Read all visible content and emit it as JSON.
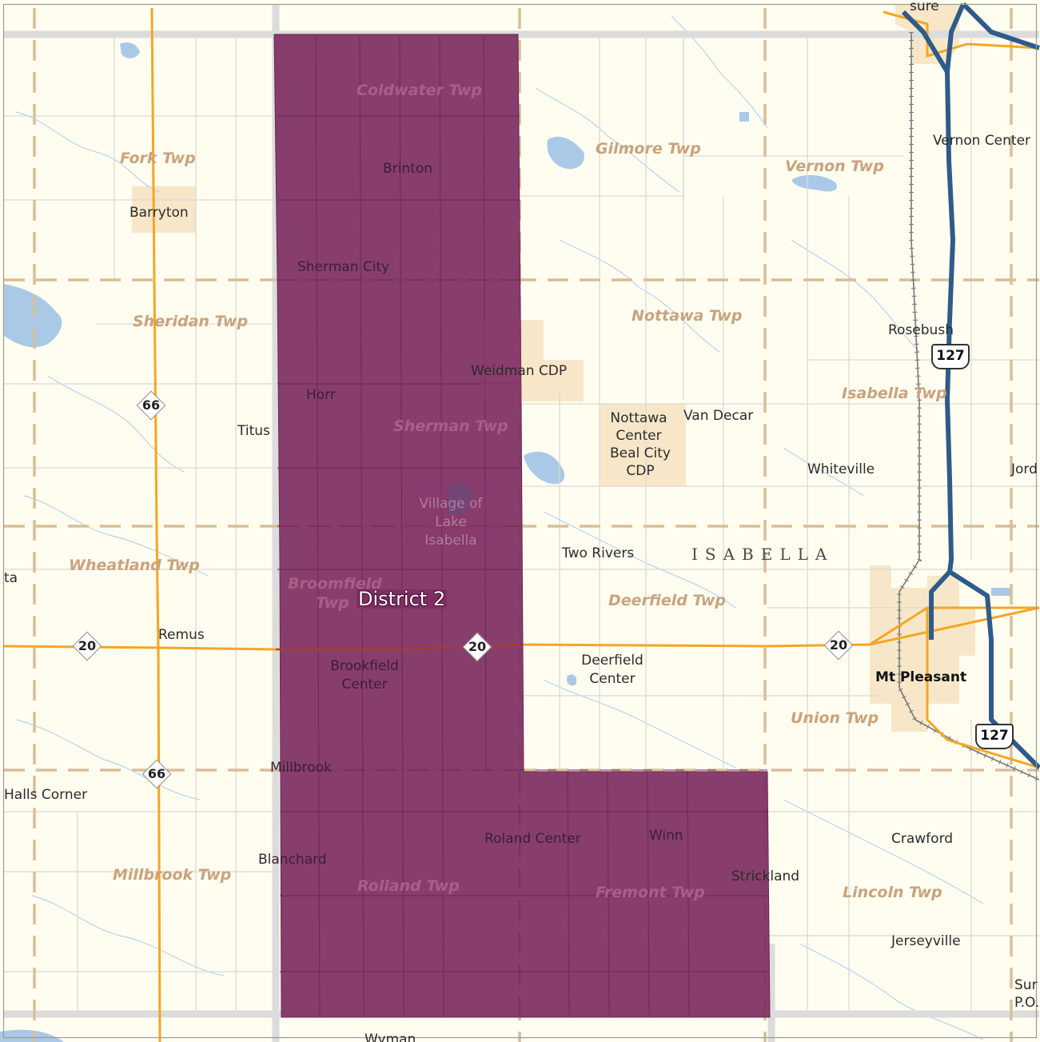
{
  "map": {
    "district_label": "District 2",
    "county_label": "ISABELLA",
    "colors": {
      "background": "#fefdf0",
      "district_fill": "#7f2f63",
      "state_road": "#f5a623",
      "us_highway": "#2f5b8a",
      "county_boundary": "#d8bf98",
      "grid_road": "#d9d9d9",
      "water": "#aac9e6",
      "urban_area": "#f7e7c8"
    },
    "township_labels": [
      "Coldwater Twp",
      "Gilmore Twp",
      "Vernon Twp",
      "Fork Twp",
      "Sheridan Twp",
      "Nottawa Twp",
      "Isabella Twp",
      "Sherman Twp",
      "Wheatland Twp",
      "Broomfield Twp",
      "Deerfield Twp",
      "Union Twp",
      "Millbrook Twp",
      "Rolland Twp",
      "Fremont Twp",
      "Lincoln Twp"
    ],
    "place_labels": [
      "Brinton",
      "Vernon Center",
      "Barryton",
      "Sherman City",
      "Rosebush",
      "Weidman CDP",
      "Horr",
      "Titus",
      "Nottawa Center",
      "Van Decar",
      "Beal City CDP",
      "Whiteville",
      "Jord",
      "Village of Lake Isabella",
      "Two Rivers",
      "Remus",
      "Brookfield Center",
      "Deerfield Center",
      "Millbrook",
      "Halls Corner",
      "Roland Center",
      "Winn",
      "Crawford",
      "Blanchard",
      "Strickland",
      "Jerseyville",
      "Sur P.O.",
      "Wyman",
      "ta",
      "sure"
    ],
    "city_label": "Mt Pleasant",
    "route_shields": [
      {
        "type": "state",
        "number": "66"
      },
      {
        "type": "state",
        "number": "66"
      },
      {
        "type": "state",
        "number": "20"
      },
      {
        "type": "state",
        "number": "20"
      },
      {
        "type": "state",
        "number": "20"
      },
      {
        "type": "us",
        "number": "127"
      },
      {
        "type": "us",
        "number": "127"
      }
    ]
  }
}
